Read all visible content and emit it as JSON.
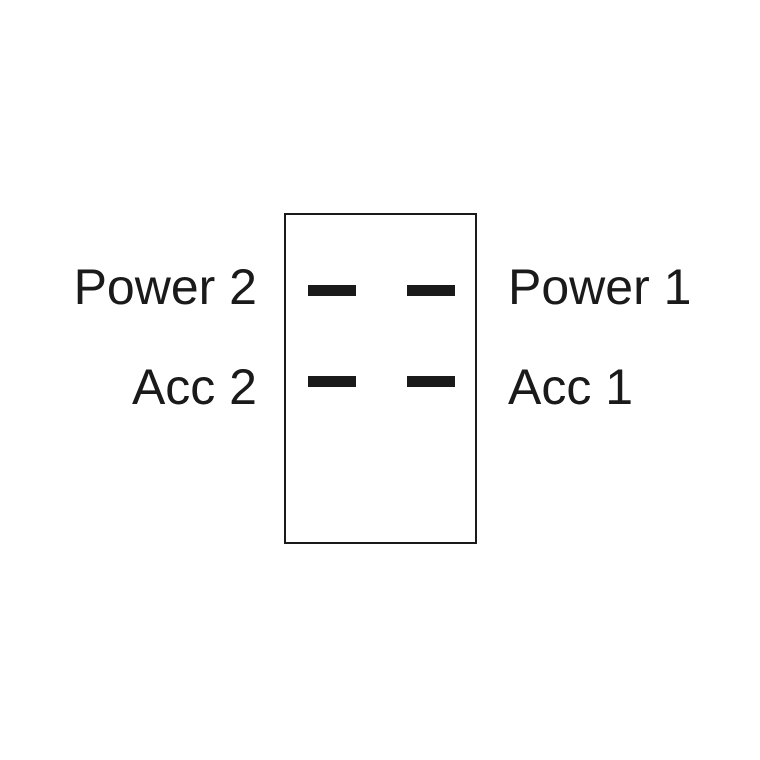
{
  "diagram": {
    "labels": {
      "power_2": "Power 2",
      "power_1": "Power 1",
      "acc_2": "Acc 2",
      "acc_1": "Acc 1"
    },
    "colors": {
      "line": "#1a1a1a",
      "background": "#ffffff"
    }
  }
}
